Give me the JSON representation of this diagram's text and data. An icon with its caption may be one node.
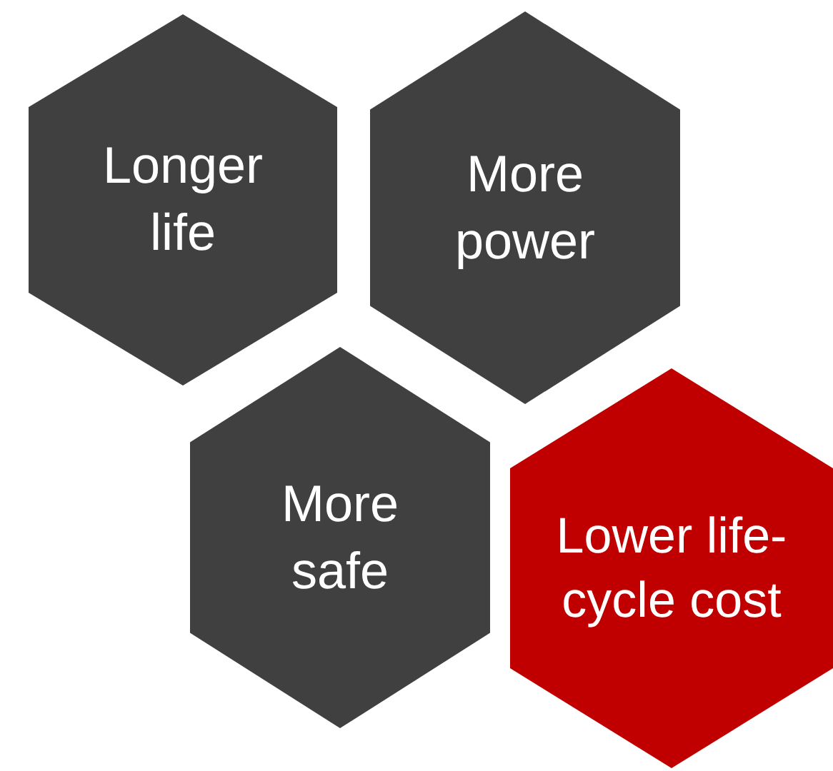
{
  "diagram": {
    "nodes": [
      {
        "text": [
          "Longer life"
        ]
      },
      {
        "text": [
          "More power"
        ]
      },
      {
        "text": [
          "More safe"
        ]
      },
      {
        "text": [
          "Lower life-cycle cost"
        ]
      }
    ]
  }
}
